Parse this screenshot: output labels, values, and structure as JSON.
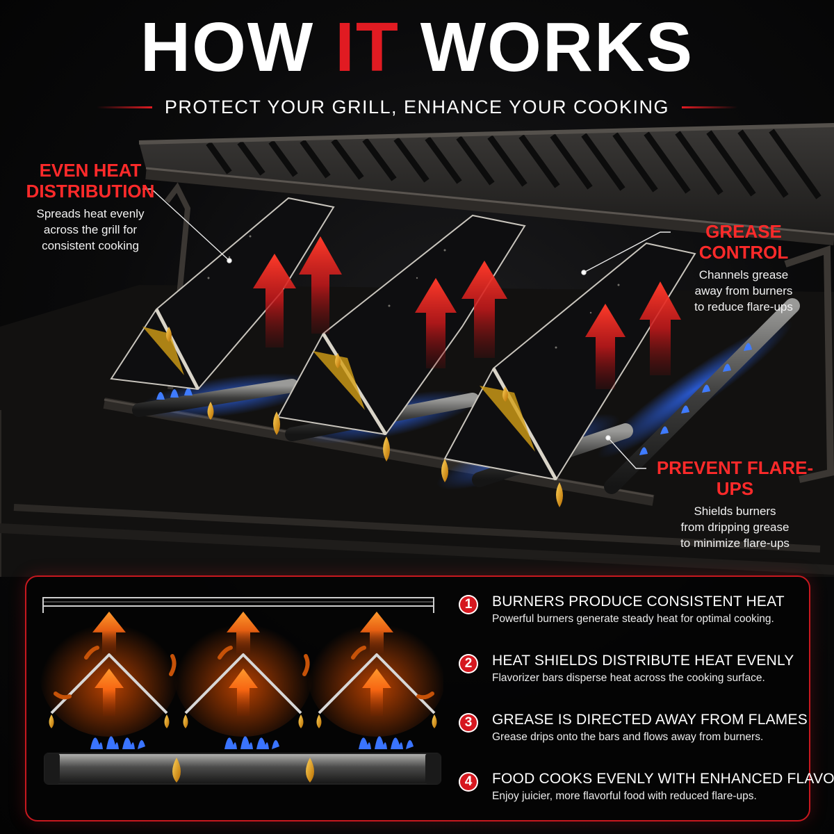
{
  "header": {
    "title_part1": "HOW ",
    "title_highlight": "IT",
    "title_part2": " WORKS",
    "subtitle": "PROTECT YOUR GRILL, ENHANCE YOUR COOKING"
  },
  "callouts": {
    "even_heat": {
      "title_line1": "EVEN HEAT",
      "title_line2": "DISTRIBUTION",
      "desc_line1": "Spreads heat evenly",
      "desc_line2": "across the grill for",
      "desc_line3": "consistent cooking"
    },
    "grease_control": {
      "title": "GREASE CONTROL",
      "desc_line1": "Channels grease",
      "desc_line2": "away from burners",
      "desc_line3": "to reduce flare-ups"
    },
    "prevent_flareups": {
      "title": "PREVENT FLARE-UPS",
      "desc_line1": "Shields burners",
      "desc_line2": "from dripping grease",
      "desc_line3": "to minimize flare-ups"
    }
  },
  "steps": [
    {
      "number": "1",
      "title": "BURNERS PRODUCE CONSISTENT HEAT",
      "desc": "Powerful burners generate steady heat for optimal cooking."
    },
    {
      "number": "2",
      "title": "HEAT SHIELDS DISTRIBUTE HEAT EVENLY",
      "desc": "Flavorizer bars disperse heat across the cooking surface."
    },
    {
      "number": "3",
      "title": "GREASE IS DIRECTED AWAY FROM FLAMES",
      "desc": "Grease drips onto the bars and flows away from burners."
    },
    {
      "number": "4",
      "title": "FOOD COOKS EVENLY WITH ENHANCED FLAVOR",
      "desc": "Enjoy juicier, more flavorful food with reduced flare-ups."
    }
  ],
  "colors": {
    "accent_red": "#e11b22",
    "callout_red": "#ff2a2a",
    "flame_blue": "#2f6bff",
    "grease_gold": "#e8a21a",
    "heat_orange": "#ff7a1a"
  }
}
